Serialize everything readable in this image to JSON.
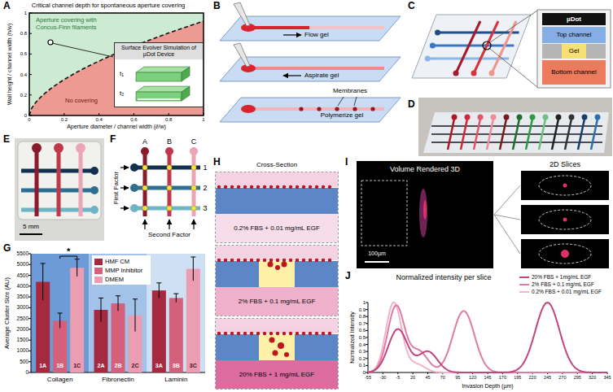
{
  "diagram": {
    "nodes": [
      {
        "text": [
          "Surface Evolver Simulation of µDot Device",
          "t₁",
          "t₂"
        ]
      },
      {
        "text": [
          "µDot"
        ]
      },
      {
        "text": [
          "Top channel"
        ]
      },
      {
        "text": [
          "Gel"
        ]
      },
      {
        "text": [
          "Bottom channel"
        ]
      },
      {
        "text": [
          "0.2% FBS + 0.01 mg/mL EGF"
        ]
      },
      {
        "text": [
          "2% FBS + 0.1 mg/mL EGF"
        ]
      },
      {
        "text": [
          "20% FBS + 1 mg/mL EGF"
        ]
      }
    ],
    "labels": [
      "A",
      "B",
      "C",
      "D",
      "E",
      "F",
      "G",
      "H",
      "I",
      "J",
      "Critical channel depth for spontaneous aperture covering",
      "Aperture covering with Concus-Finn filaments",
      "No covering",
      "Wall height / channel width (h/w)",
      "Aperture diameter / channel width (∂/w)",
      "0",
      "0.2",
      "0.4",
      "0.6",
      "0.8",
      "1",
      "0",
      "0.2",
      "0.4",
      "0.6",
      "0.8",
      "1",
      "Flow gel",
      "Aspirate gel",
      "Polymerize gel",
      "Membranes",
      "5 mm",
      "A",
      "B",
      "C",
      "1",
      "2",
      "3",
      "First Factor",
      "Second Factor",
      "Average Cluster Size (AU)",
      "0",
      "500",
      "1000",
      "1500",
      "2000",
      "2500",
      "3000",
      "3500",
      "4000",
      "4500",
      "5000",
      "5500",
      "1A",
      "1B",
      "1C",
      "2A",
      "2B",
      "2C",
      "3A",
      "3B",
      "3C",
      "*",
      "Collagen",
      "Fibronectin",
      "Laminin",
      "Cross-Section",
      "Volume Rendered 3D",
      "2D Slices",
      "100µm",
      "Normalized intensity per slice",
      "Normalized Intensity",
      "Invasion Depth (µm)",
      "0",
      "0.1",
      "0.2",
      "0.3",
      "0.4",
      "0.5",
      "0.6",
      "0.7",
      "0.8",
      "0.9",
      "1",
      "-55",
      "-30",
      "-5",
      "20",
      "45",
      "70",
      "95",
      "120",
      "145",
      "170",
      "195",
      "220",
      "245",
      "270",
      "295",
      "320",
      "345"
    ],
    "legend": [
      {
        "text": "HMF CM",
        "color": "#a52a40"
      },
      {
        "text": "MMP Inhibitor",
        "color": "#d4607c"
      },
      {
        "text": "DMEM",
        "color": "#eb9db2"
      },
      {
        "text": "20% FBS + 1mg/mL EGF"
      },
      {
        "text": "2% FBS + 0.1 mg/mL EGF"
      },
      {
        "text": "0.2% FBS + 0.01 mg/mL EGF"
      }
    ]
  }
}
